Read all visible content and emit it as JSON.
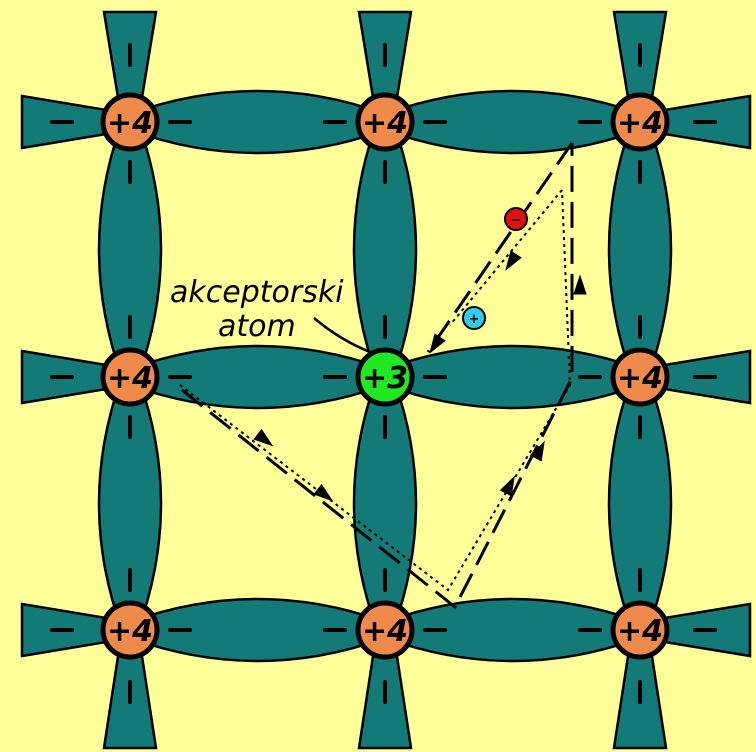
{
  "colors": {
    "background": "#ffff99",
    "bond": "#137a78",
    "donor_atom": "#f08a4b",
    "acceptor_atom": "#22e822",
    "electron": "#e01010",
    "hole": "#33ccee"
  },
  "atoms": {
    "silicon_label": "+4",
    "acceptor_label": "+3"
  },
  "callout": {
    "line1": "akceptorski",
    "line2": "atom"
  },
  "carriers": {
    "electron_sign": "−",
    "hole_sign": "+"
  }
}
